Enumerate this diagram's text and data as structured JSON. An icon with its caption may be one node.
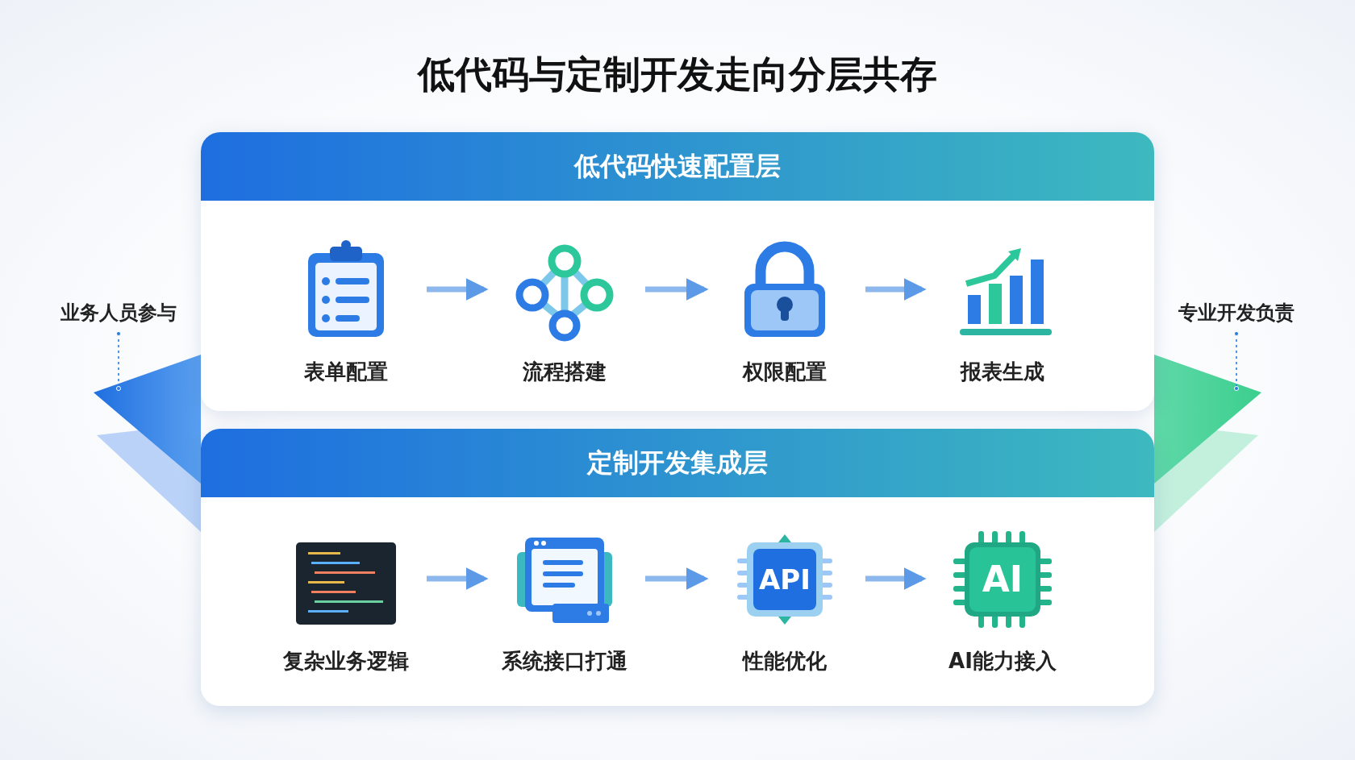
{
  "diagram": {
    "title": "低代码与定制开发走向分层共存",
    "nodes": [
      {
        "text": [
          "低代码快速配置层"
        ]
      },
      {
        "text": [
          "表单配置"
        ],
        "in": 0
      },
      {
        "text": [
          "流程搭建"
        ],
        "in": 0
      },
      {
        "text": [
          "权限配置"
        ],
        "in": 0
      },
      {
        "text": [
          "报表生成"
        ],
        "in": 0
      },
      {
        "text": [
          "定制开发集成层"
        ]
      },
      {
        "text": [
          "复杂业务逻辑"
        ],
        "in": 5
      },
      {
        "text": [
          "系统接口打通"
        ],
        "in": 5
      },
      {
        "text": [
          "API",
          "性能优化"
        ],
        "in": 5
      },
      {
        "text": [
          "AI",
          "AI能力接入"
        ],
        "in": 5
      },
      {
        "text": [
          "业务人员参与"
        ]
      },
      {
        "text": [],
        "shape": "band"
      },
      {
        "text": [
          "专业开发负责"
        ]
      },
      {
        "text": [],
        "shape": "band"
      }
    ],
    "edges": [
      {
        "from": 1,
        "to": 2,
        "arrow": "to"
      },
      {
        "from": 2,
        "to": 3,
        "arrow": "to"
      },
      {
        "from": 3,
        "to": 4,
        "arrow": "to"
      },
      {
        "from": 6,
        "to": 7,
        "arrow": "to"
      },
      {
        "from": 7,
        "to": 8,
        "arrow": "to"
      },
      {
        "from": 8,
        "to": 9,
        "arrow": "to"
      },
      {
        "from": 10,
        "to": 11,
        "arrow": "other",
        "style": "dashed",
        "color": "#2a7de0"
      },
      {
        "from": 12,
        "to": 13,
        "arrow": "other",
        "style": "dashed",
        "color": "#2a7de0"
      }
    ]
  }
}
